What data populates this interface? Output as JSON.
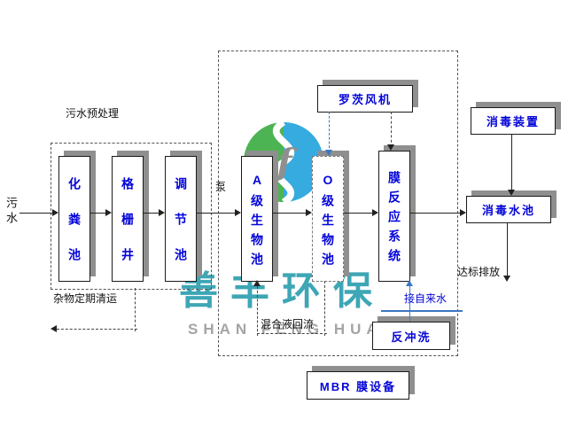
{
  "watermark": {
    "brand": "善丰环保",
    "brand_en": "SHAN FENG HUAN BAO"
  },
  "nodes": {
    "septic_tank": "化粪池",
    "grid_well": "格栅井",
    "regulating_tank": "调节池",
    "a_bio_tank": "A级生物池",
    "o_bio_tank": "O级生物池",
    "membrane_system": "膜反应系统",
    "roots_blower": "罗茨风机",
    "disinfection_device": "消毒装置",
    "disinfection_tank": "消毒水池",
    "backwash": "反冲洗",
    "mbr_equipment": "MBR 膜设备"
  },
  "labels": {
    "inflow": "污水",
    "pretreatment": "污水预处理",
    "debris_removal": "杂物定期清运",
    "pump": "泵",
    "mixed_liquor_return": "混合液回流",
    "tap_water": "接自来水",
    "discharge": "达标排放"
  },
  "colors": {
    "node_text_blue": "#0404d8",
    "box_shadow_gray": "#8f8f8f",
    "line_blue": "#3b78c3",
    "brand_teal": "#2e9faf",
    "brand_en_gray": "#a0a0a0",
    "logo_green": "#43b049",
    "logo_blue": "#2ba7df"
  }
}
